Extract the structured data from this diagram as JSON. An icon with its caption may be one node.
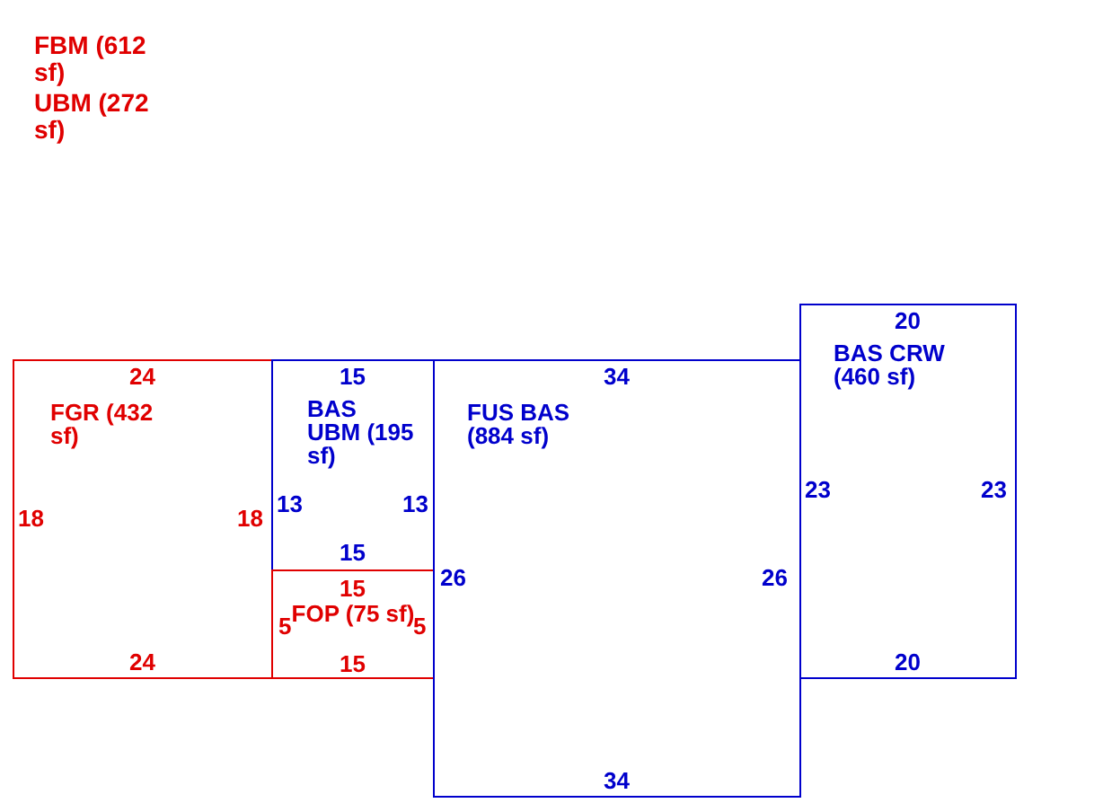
{
  "diagram": {
    "nodes": [
      {
        "text": [
          "FGR (432 sf)"
        ]
      },
      {
        "text": [
          "BAS UBM (195 sf)"
        ]
      },
      {
        "text": [
          "FOP (75 sf)"
        ]
      },
      {
        "text": [
          "FUS BAS (884 sf)"
        ]
      },
      {
        "text": [
          "BAS CRW (460 sf)"
        ]
      }
    ],
    "labels": [
      "FBM (612 sf)",
      "UBM (272 sf)",
      "24",
      "18",
      "18",
      "24",
      "15",
      "13",
      "13",
      "15",
      "15",
      "5",
      "5",
      "15",
      "34",
      "26",
      "26",
      "34",
      "20",
      "23",
      "23",
      "20"
    ]
  }
}
